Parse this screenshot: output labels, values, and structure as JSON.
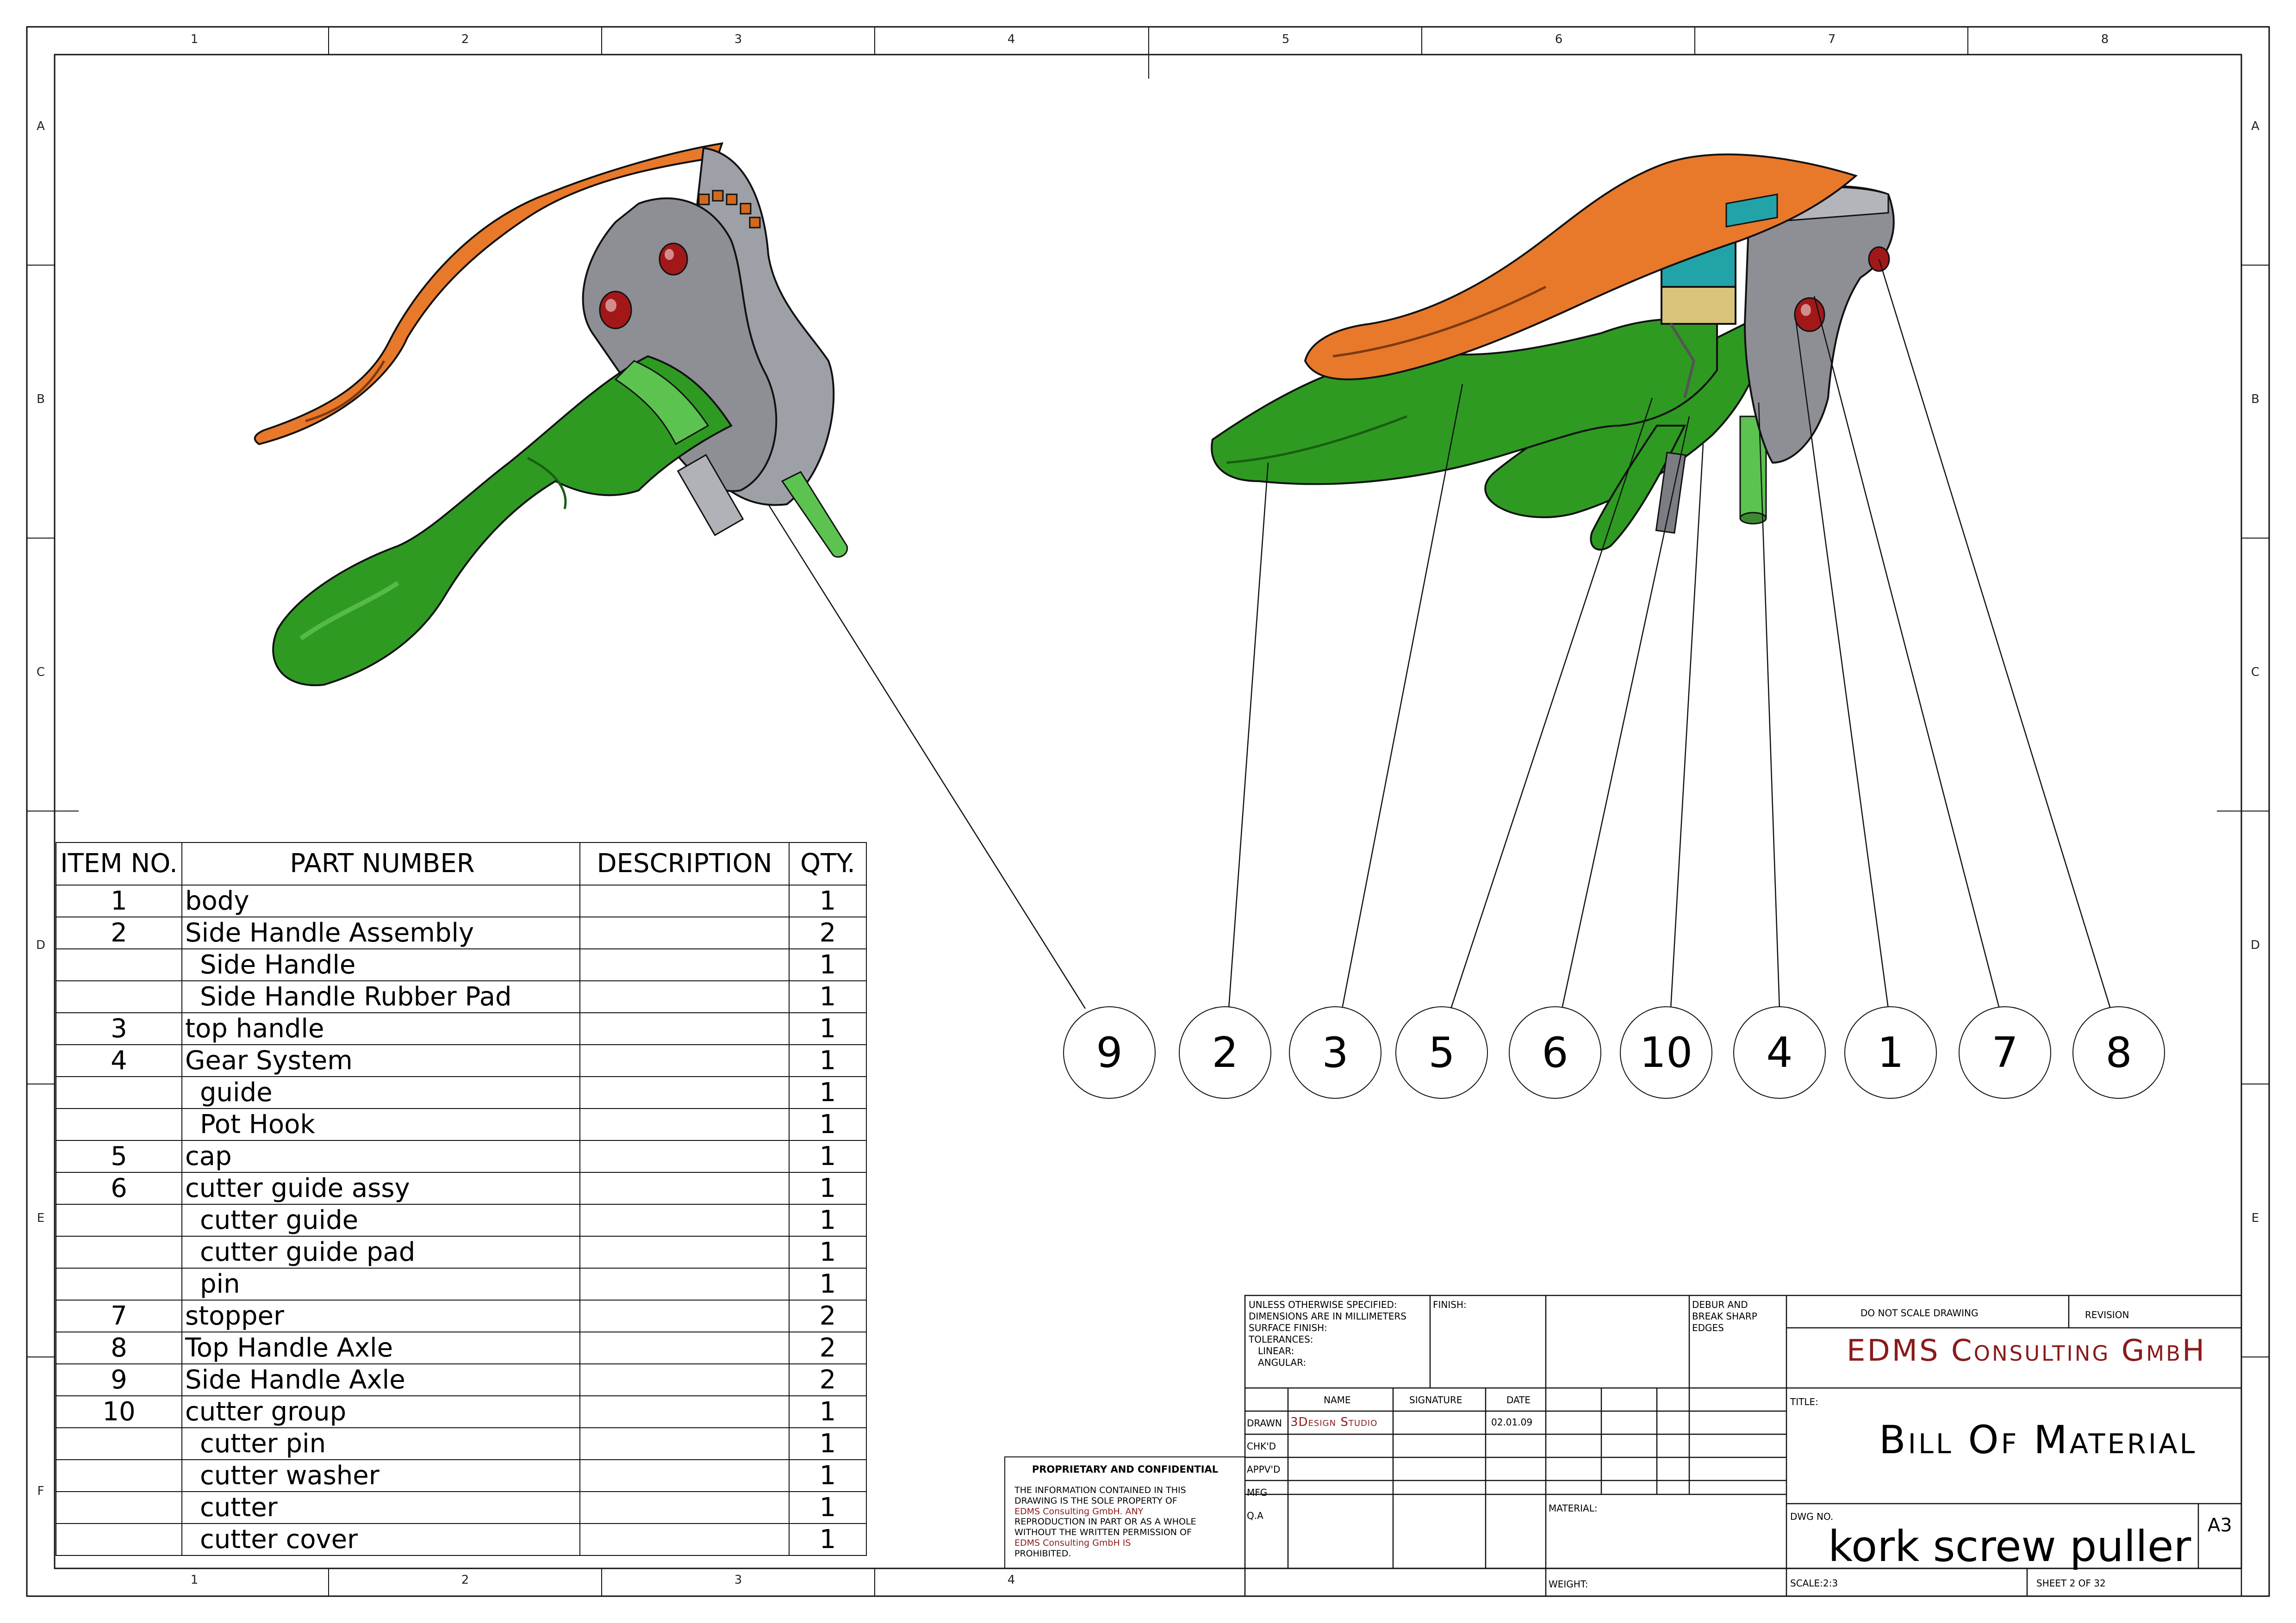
{
  "frame": {
    "columns_top": [
      "1",
      "2",
      "3",
      "4",
      "5",
      "6",
      "7",
      "8"
    ],
    "columns_bottom": [
      "1",
      "2",
      "3",
      "4"
    ],
    "rows": [
      "A",
      "B",
      "C",
      "D",
      "E",
      "F"
    ]
  },
  "bom": {
    "headers": [
      "ITEM NO.",
      "PART NUMBER",
      "DESCRIPTION",
      "QTY."
    ],
    "rows": [
      {
        "item": "1",
        "part": "body",
        "desc": "",
        "qty": "1",
        "sub": false
      },
      {
        "item": "2",
        "part": "Side Handle Assembly",
        "desc": "",
        "qty": "2",
        "sub": false
      },
      {
        "item": "",
        "part": "Side Handle",
        "desc": "",
        "qty": "1",
        "sub": true
      },
      {
        "item": "",
        "part": "Side Handle Rubber Pad",
        "desc": "",
        "qty": "1",
        "sub": true
      },
      {
        "item": "3",
        "part": "top handle",
        "desc": "",
        "qty": "1",
        "sub": false
      },
      {
        "item": "4",
        "part": "Gear System",
        "desc": "",
        "qty": "1",
        "sub": false
      },
      {
        "item": "",
        "part": "guide",
        "desc": "",
        "qty": "1",
        "sub": true
      },
      {
        "item": "",
        "part": "Pot Hook",
        "desc": "",
        "qty": "1",
        "sub": true
      },
      {
        "item": "5",
        "part": "cap",
        "desc": "",
        "qty": "1",
        "sub": false
      },
      {
        "item": "6",
        "part": "cutter guide assy",
        "desc": "",
        "qty": "1",
        "sub": false
      },
      {
        "item": "",
        "part": "cutter guide",
        "desc": "",
        "qty": "1",
        "sub": true
      },
      {
        "item": "",
        "part": "cutter guide pad",
        "desc": "",
        "qty": "1",
        "sub": true
      },
      {
        "item": "",
        "part": "pin",
        "desc": "",
        "qty": "1",
        "sub": true
      },
      {
        "item": "7",
        "part": "stopper",
        "desc": "",
        "qty": "2",
        "sub": false
      },
      {
        "item": "8",
        "part": "Top Handle Axle",
        "desc": "",
        "qty": "2",
        "sub": false
      },
      {
        "item": "9",
        "part": "Side Handle Axle",
        "desc": "",
        "qty": "2",
        "sub": false
      },
      {
        "item": "10",
        "part": "cutter group",
        "desc": "",
        "qty": "1",
        "sub": false
      },
      {
        "item": "",
        "part": "cutter pin",
        "desc": "",
        "qty": "1",
        "sub": true
      },
      {
        "item": "",
        "part": "cutter washer",
        "desc": "",
        "qty": "1",
        "sub": true
      },
      {
        "item": "",
        "part": "cutter",
        "desc": "",
        "qty": "1",
        "sub": true
      },
      {
        "item": "",
        "part": "cutter cover",
        "desc": "",
        "qty": "1",
        "sub": true
      }
    ]
  },
  "balloons": [
    "9",
    "2",
    "3",
    "5",
    "6",
    "10",
    "4",
    "1",
    "7",
    "8"
  ],
  "title_block": {
    "tolerances": [
      "UNLESS OTHERWISE SPECIFIED:",
      "DIMENSIONS ARE IN MILLIMETERS",
      "SURFACE FINISH:",
      "TOLERANCES:",
      "LINEAR:",
      "ANGULAR:"
    ],
    "finish_label": "FINISH:",
    "debur": [
      "DEBUR AND",
      "BREAK SHARP",
      "EDGES"
    ],
    "do_not_scale": "DO NOT SCALE DRAWING",
    "revision_label": "REVISION",
    "company": "EDMS Consulting GmbH",
    "col_name": "NAME",
    "col_signature": "SIGNATURE",
    "col_date": "DATE",
    "row_drawn": "DRAWN",
    "drawn_name": "3Design Studio",
    "drawn_date": "02.01.09",
    "row_chkd": "CHK'D",
    "row_appvd": "APPV'D",
    "row_mfg": "MFG",
    "row_qa": "Q.A",
    "title_label": "TITLE:",
    "title": "Bill Of Material",
    "material_label": "MATERIAL:",
    "dwg_no_label": "DWG NO.",
    "dwg_no": "kork screw puller",
    "size": "A3",
    "weight_label": "WEIGHT:",
    "scale": "SCALE:2:3",
    "sheet": "SHEET 2 OF 32",
    "proprietary_title": "PROPRIETARY AND CONFIDENTIAL",
    "proprietary_lines": [
      "THE INFORMATION CONTAINED IN THIS",
      "DRAWING IS THE SOLE PROPERTY OF",
      "EDMS Consulting GmbH.  ANY",
      "REPRODUCTION IN PART OR AS A WHOLE",
      "WITHOUT THE WRITTEN PERMISSION OF",
      "EDMS Consulting GmbH IS",
      "PROHIBITED."
    ]
  },
  "colors": {
    "orange": "#e8782a",
    "green": "#2e9a22",
    "gray": "#8d8f95",
    "teal": "#22a3a8",
    "red": "#a21818",
    "company_red": "#8b1a1a"
  }
}
